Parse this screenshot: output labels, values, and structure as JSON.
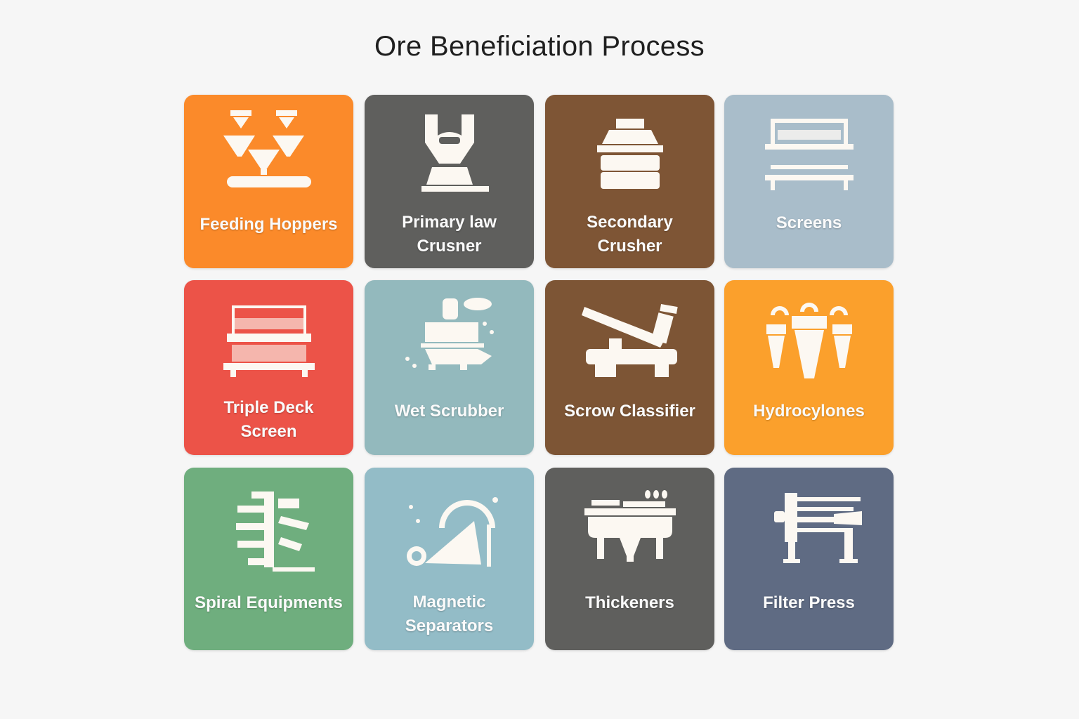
{
  "title": "Ore Beneficiation Process",
  "tiles": [
    {
      "label": "Feeding Hoppers",
      "icon": "feeding-hoppers-icon",
      "color": "#fb8a2a"
    },
    {
      "label": "Primary law Crusner",
      "icon": "jaw-crusher-icon",
      "color": "#5f5f5d"
    },
    {
      "label": "Secondary Crusher",
      "icon": "cone-crusher-icon",
      "color": "#7e5535"
    },
    {
      "label": "Screens",
      "icon": "screen-icon",
      "color": "#a9bdca"
    },
    {
      "label": "Triple Deck Screen",
      "icon": "triple-deck-screen-icon",
      "color": "#ec5348"
    },
    {
      "label": "Wet Scrubber",
      "icon": "wet-scrubber-icon",
      "color": "#93b9bd"
    },
    {
      "label": "Scrow Classifier",
      "icon": "screw-classifier-icon",
      "color": "#7d5535"
    },
    {
      "label": "Hydrocylones",
      "icon": "hydrocyclone-icon",
      "color": "#fba02c"
    },
    {
      "label": "Spiral Equipments",
      "icon": "spiral-icon",
      "color": "#6fae7e"
    },
    {
      "label": "Magnetic Separators",
      "icon": "magnetic-separator-icon",
      "color": "#93bcc7"
    },
    {
      "label": "Thickeners",
      "icon": "thickener-icon",
      "color": "#5f5f5d"
    },
    {
      "label": "Filter Press",
      "icon": "filter-press-icon",
      "color": "#5f6b83"
    }
  ]
}
